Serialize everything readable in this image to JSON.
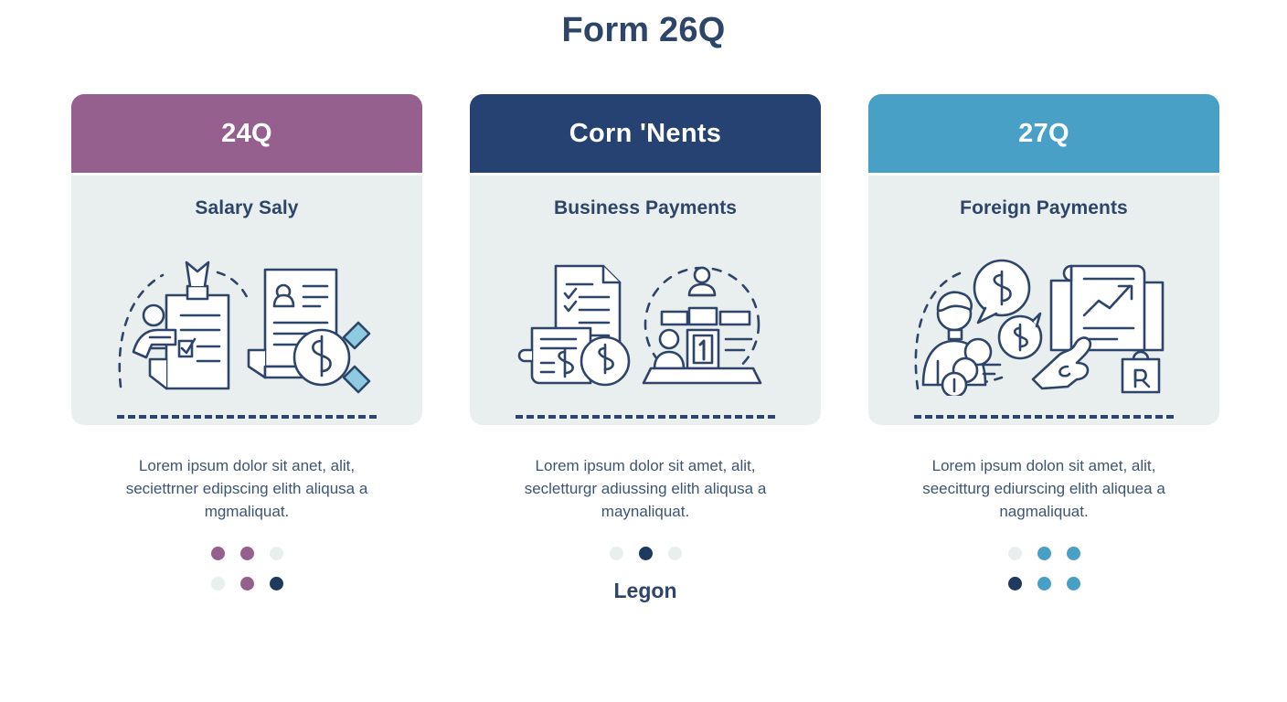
{
  "page": {
    "title": "Form 26Q",
    "background_color": "#ffffff",
    "title_color": "#2c4568"
  },
  "palette": {
    "mauve": "#95608d",
    "navy": "#254273",
    "blue": "#48a0c6",
    "panel_gray": "#e9eeef",
    "dot_light": "#e9eeef",
    "dot_navy": "#1f3a5f",
    "text_navy": "#2c4568",
    "body_text": "#3d5573",
    "line_navy": "#2c4568",
    "accent_light_blue": "#8ecbe0"
  },
  "cards": [
    {
      "header_label": "24Q",
      "header_color": "#95608d",
      "subtitle": "Salary Saly",
      "illustration_name": "salary-clipboard-document-magnifier-illustration",
      "description": "Lorem ipsum dolor sit anet, alit, seciettrner edipscing elith aliqusa a mgmaliquat.",
      "dot_rows": [
        [
          "#95608d",
          "#95608d",
          "#e9eeef"
        ],
        [
          "#e9eeef",
          "#95608d",
          "#1f3a5f"
        ]
      ],
      "legend_label": ""
    },
    {
      "header_label": "Corn 'Nents",
      "header_color": "#254273",
      "subtitle": "Business Payments",
      "illustration_name": "invoice-coins-counter-illustration",
      "description": "Lorem ipsum dolor sit amet, alit, secletturgr adiussing elith aliqusa a maynaliquat.",
      "dot_rows": [
        [
          "#e9eeef",
          "#1f3a5f",
          "#e9eeef"
        ]
      ],
      "legend_label": "Legon"
    },
    {
      "header_label": "27Q",
      "header_color": "#48a0c6",
      "subtitle": "Foreign Payments",
      "illustration_name": "foreign-payment-person-chart-illustration",
      "description": "Lorem ipsum dolon sit amet, alit, seecitturg ediurscing elith aliquea a nagmaliquat.",
      "dot_rows": [
        [
          "#e9eeef",
          "#48a0c6",
          "#48a0c6"
        ],
        [
          "#1f3a5f",
          "#48a0c6",
          "#48a0c6"
        ]
      ],
      "legend_label": ""
    }
  ]
}
